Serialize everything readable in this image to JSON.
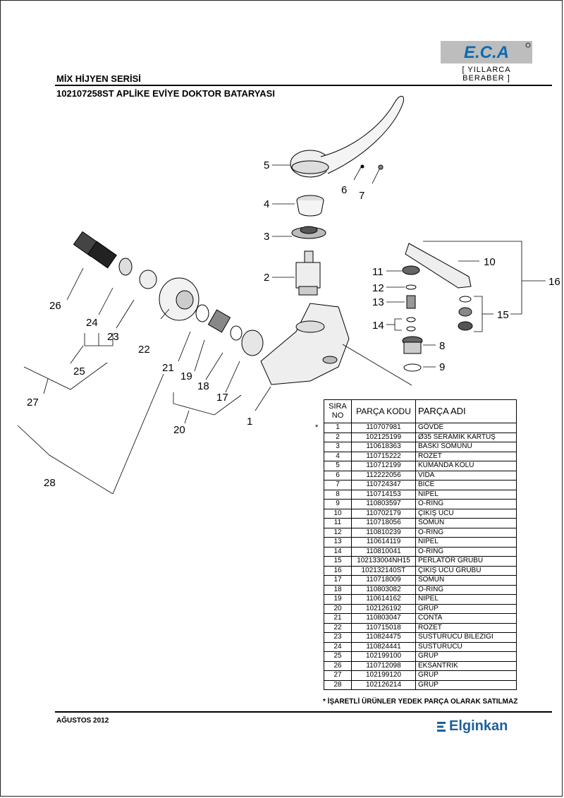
{
  "header": {
    "logo_text": "E.C.A",
    "logo_tagline": "[ YILLARCA BERABER ]",
    "series": "MİX HİJYEN SERİSİ",
    "title": "102107258ST APLİKE EVİYE DOKTOR BATARYASI"
  },
  "colors": {
    "brand": "#1c5f9c",
    "logo_bg": "#bdbdbd",
    "logo_text": "#0b6bb3"
  },
  "diagram": {
    "callouts": [
      "1",
      "2",
      "3",
      "4",
      "5",
      "6",
      "7",
      "8",
      "9",
      "10",
      "11",
      "12",
      "13",
      "14",
      "15",
      "16",
      "17",
      "18",
      "19",
      "20",
      "21",
      "22",
      "23",
      "24",
      "25",
      "26",
      "27",
      "28"
    ]
  },
  "table": {
    "headers": [
      "SIRA NO",
      "PARÇA KODU",
      "PARÇA ADI"
    ],
    "star": "*",
    "rows": [
      [
        "1",
        "110707981",
        "GÖVDE"
      ],
      [
        "2",
        "102125199",
        "Ø35 SERAMİK KARTUŞ"
      ],
      [
        "3",
        "110618363",
        "BASKI SOMUNU"
      ],
      [
        "4",
        "110715222",
        "ROZET"
      ],
      [
        "5",
        "110712199",
        "KUMANDA KOLU"
      ],
      [
        "6",
        "112222056",
        "VİDA"
      ],
      [
        "7",
        "110724347",
        "BİCE"
      ],
      [
        "8",
        "110714153",
        "NİPEL"
      ],
      [
        "9",
        "110803597",
        "O-RİNG"
      ],
      [
        "10",
        "110702179",
        "ÇIKIŞ UCU"
      ],
      [
        "11",
        "110718056",
        "SOMUN"
      ],
      [
        "12",
        "110810239",
        "O-RİNG"
      ],
      [
        "13",
        "110614119",
        "NİPEL"
      ],
      [
        "14",
        "110810041",
        "O-RİNG"
      ],
      [
        "15",
        "102133004NH15",
        "PERLATÖR GRUBU"
      ],
      [
        "16",
        "102132140ST",
        "ÇIKIŞ UCU GRUBU"
      ],
      [
        "17",
        "110718009",
        "SOMUN"
      ],
      [
        "18",
        "110803082",
        "O-RİNG"
      ],
      [
        "19",
        "110614162",
        "NİPEL"
      ],
      [
        "20",
        "102126192",
        "GRUP"
      ],
      [
        "21",
        "110803047",
        "CONTA"
      ],
      [
        "22",
        "110715018",
        "ROZET"
      ],
      [
        "23",
        "110824475",
        "SUSTURUCU BİLEZİĞİ"
      ],
      [
        "24",
        "110824441",
        "SUSTURUCU"
      ],
      [
        "25",
        "102199100",
        "GRUP"
      ],
      [
        "26",
        "110712098",
        "EKSANTRİK"
      ],
      [
        "27",
        "102199120",
        "GRUP"
      ],
      [
        "28",
        "102126214",
        "GRUP"
      ]
    ]
  },
  "footnote": "* İŞARETLİ ÜRÜNLER YEDEK PARÇA OLARAK SATILMAZ",
  "footer": {
    "date": "AĞUSTOS 2012",
    "brand": "Elginkan"
  }
}
